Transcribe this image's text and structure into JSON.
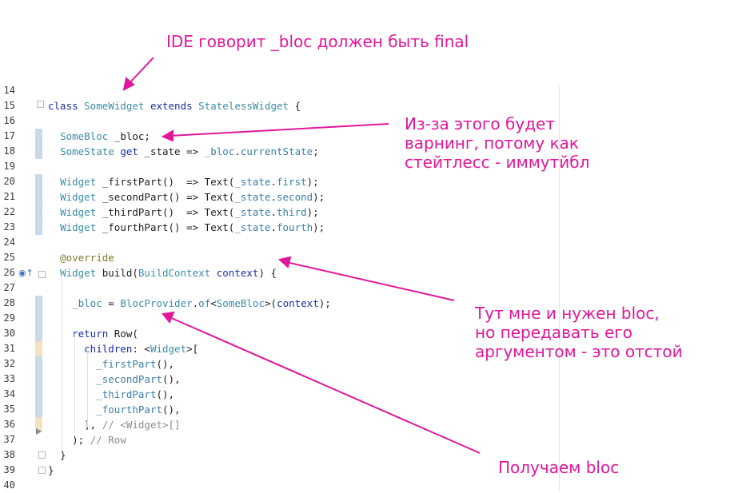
{
  "annotations": {
    "ide_note": "IDE говорит _bloc должен быть final",
    "warning_note": "Из-за этого будет\nварнинг, потому как\nстейтлесс - иммутйбл",
    "need_bloc_note": "Тут мне и нужен bloc,\nно передавать его\nаргументом - это отстой",
    "get_bloc_note": "Получаем bloc"
  },
  "colors": {
    "annotation": "#e0179a",
    "keyword": "#1a2ea8",
    "type": "#3b8da8",
    "changed_gutter": "#c9d9e8",
    "warning_gutter": "#f2e1c2"
  },
  "icons": [
    "override-marker-icon",
    "fold-icon",
    "breakpoint-gutter-icon"
  ],
  "code": {
    "lines": [
      {
        "n": "14",
        "mark": "",
        "tokens": []
      },
      {
        "n": "15",
        "mark": "",
        "tokens": [
          [
            "kw",
            "class "
          ],
          [
            "ty",
            "SomeWidget"
          ],
          [
            "pl",
            " "
          ],
          [
            "kw",
            "extends"
          ],
          [
            "pl",
            " "
          ],
          [
            "ty",
            "StatelessWidget"
          ],
          [
            "pl",
            " {"
          ]
        ]
      },
      {
        "n": "16",
        "mark": "",
        "tokens": []
      },
      {
        "n": "17",
        "mark": "changed",
        "tokens": [
          [
            "pl",
            "  "
          ],
          [
            "ty",
            "SomeBloc"
          ],
          [
            "pl",
            " _bloc;"
          ]
        ]
      },
      {
        "n": "18",
        "mark": "changed",
        "tokens": [
          [
            "pl",
            "  "
          ],
          [
            "ty",
            "SomeState"
          ],
          [
            "pl",
            " "
          ],
          [
            "kw",
            "get"
          ],
          [
            "pl",
            " _state => "
          ],
          [
            "mem",
            "_bloc"
          ],
          [
            "pl",
            "."
          ],
          [
            "mem",
            "currentState"
          ],
          [
            "pl",
            ";"
          ]
        ]
      },
      {
        "n": "19",
        "mark": "",
        "tokens": []
      },
      {
        "n": "20",
        "mark": "changed",
        "tokens": [
          [
            "pl",
            "  "
          ],
          [
            "ty",
            "Widget"
          ],
          [
            "pl",
            " _firstPart()  => Text("
          ],
          [
            "mem",
            "_state"
          ],
          [
            "pl",
            "."
          ],
          [
            "mem",
            "first"
          ],
          [
            "pl",
            ");"
          ]
        ]
      },
      {
        "n": "21",
        "mark": "changed",
        "tokens": [
          [
            "pl",
            "  "
          ],
          [
            "ty",
            "Widget"
          ],
          [
            "pl",
            " _secondPart() => Text("
          ],
          [
            "mem",
            "_state"
          ],
          [
            "pl",
            "."
          ],
          [
            "mem",
            "second"
          ],
          [
            "pl",
            ");"
          ]
        ]
      },
      {
        "n": "22",
        "mark": "changed",
        "tokens": [
          [
            "pl",
            "  "
          ],
          [
            "ty",
            "Widget"
          ],
          [
            "pl",
            " _thirdPart()  => Text("
          ],
          [
            "mem",
            "_state"
          ],
          [
            "pl",
            "."
          ],
          [
            "mem",
            "third"
          ],
          [
            "pl",
            ");"
          ]
        ]
      },
      {
        "n": "23",
        "mark": "changed",
        "tokens": [
          [
            "pl",
            "  "
          ],
          [
            "ty",
            "Widget"
          ],
          [
            "pl",
            " _fourthPart() => Text("
          ],
          [
            "mem",
            "_state"
          ],
          [
            "pl",
            "."
          ],
          [
            "mem",
            "fourth"
          ],
          [
            "pl",
            ");"
          ]
        ]
      },
      {
        "n": "24",
        "mark": "",
        "tokens": []
      },
      {
        "n": "25",
        "mark": "",
        "tokens": [
          [
            "pl",
            "  "
          ],
          [
            "ann",
            "@override"
          ]
        ]
      },
      {
        "n": "26",
        "mark": "",
        "tokens": [
          [
            "pl",
            "  "
          ],
          [
            "ty",
            "Widget"
          ],
          [
            "pl",
            " build("
          ],
          [
            "ty",
            "BuildContext"
          ],
          [
            "pl",
            " "
          ],
          [
            "kw",
            "context"
          ],
          [
            "pl",
            ") {"
          ]
        ]
      },
      {
        "n": "27",
        "mark": "",
        "tokens": []
      },
      {
        "n": "28",
        "mark": "changed",
        "tokens": [
          [
            "pl",
            "    "
          ],
          [
            "mem",
            "_bloc"
          ],
          [
            "pl",
            " = "
          ],
          [
            "ty",
            "BlocProvider"
          ],
          [
            "pl",
            "."
          ],
          [
            "mem",
            "of"
          ],
          [
            "pl",
            "<"
          ],
          [
            "ty",
            "SomeBloc"
          ],
          [
            "pl",
            ">("
          ],
          [
            "kw",
            "context"
          ],
          [
            "pl",
            ");"
          ]
        ]
      },
      {
        "n": "29",
        "mark": "changed",
        "tokens": []
      },
      {
        "n": "30",
        "mark": "changed",
        "tokens": [
          [
            "pl",
            "    "
          ],
          [
            "kw",
            "return"
          ],
          [
            "pl",
            " Row("
          ]
        ]
      },
      {
        "n": "31",
        "mark": "warn",
        "tokens": [
          [
            "pl",
            "      "
          ],
          [
            "kw",
            "children"
          ],
          [
            "pl",
            ": <"
          ],
          [
            "ty",
            "Widget"
          ],
          [
            "pl",
            ">["
          ]
        ]
      },
      {
        "n": "32",
        "mark": "changed",
        "tokens": [
          [
            "pl",
            "        "
          ],
          [
            "mem",
            "_firstPart"
          ],
          [
            "pl",
            "(),"
          ]
        ]
      },
      {
        "n": "33",
        "mark": "changed",
        "tokens": [
          [
            "pl",
            "        "
          ],
          [
            "mem",
            "_secondPart"
          ],
          [
            "pl",
            "(),"
          ]
        ]
      },
      {
        "n": "34",
        "mark": "changed",
        "tokens": [
          [
            "pl",
            "        "
          ],
          [
            "mem",
            "_thirdPart"
          ],
          [
            "pl",
            "(),"
          ]
        ]
      },
      {
        "n": "35",
        "mark": "changed",
        "tokens": [
          [
            "pl",
            "        "
          ],
          [
            "mem",
            "_fourthPart"
          ],
          [
            "pl",
            "(),"
          ]
        ]
      },
      {
        "n": "36",
        "mark": "warn",
        "tokens": [
          [
            "pl",
            "      ], "
          ],
          [
            "cm",
            "// <Widget>[]"
          ]
        ]
      },
      {
        "n": "37",
        "mark": "",
        "tokens": [
          [
            "pl",
            "    ); "
          ],
          [
            "cm",
            "// Row"
          ]
        ]
      },
      {
        "n": "38",
        "mark": "",
        "tokens": [
          [
            "pl",
            "  }"
          ]
        ]
      },
      {
        "n": "39",
        "mark": "",
        "tokens": [
          [
            "pl",
            "}"
          ]
        ]
      },
      {
        "n": "40",
        "mark": "",
        "tokens": []
      }
    ]
  }
}
